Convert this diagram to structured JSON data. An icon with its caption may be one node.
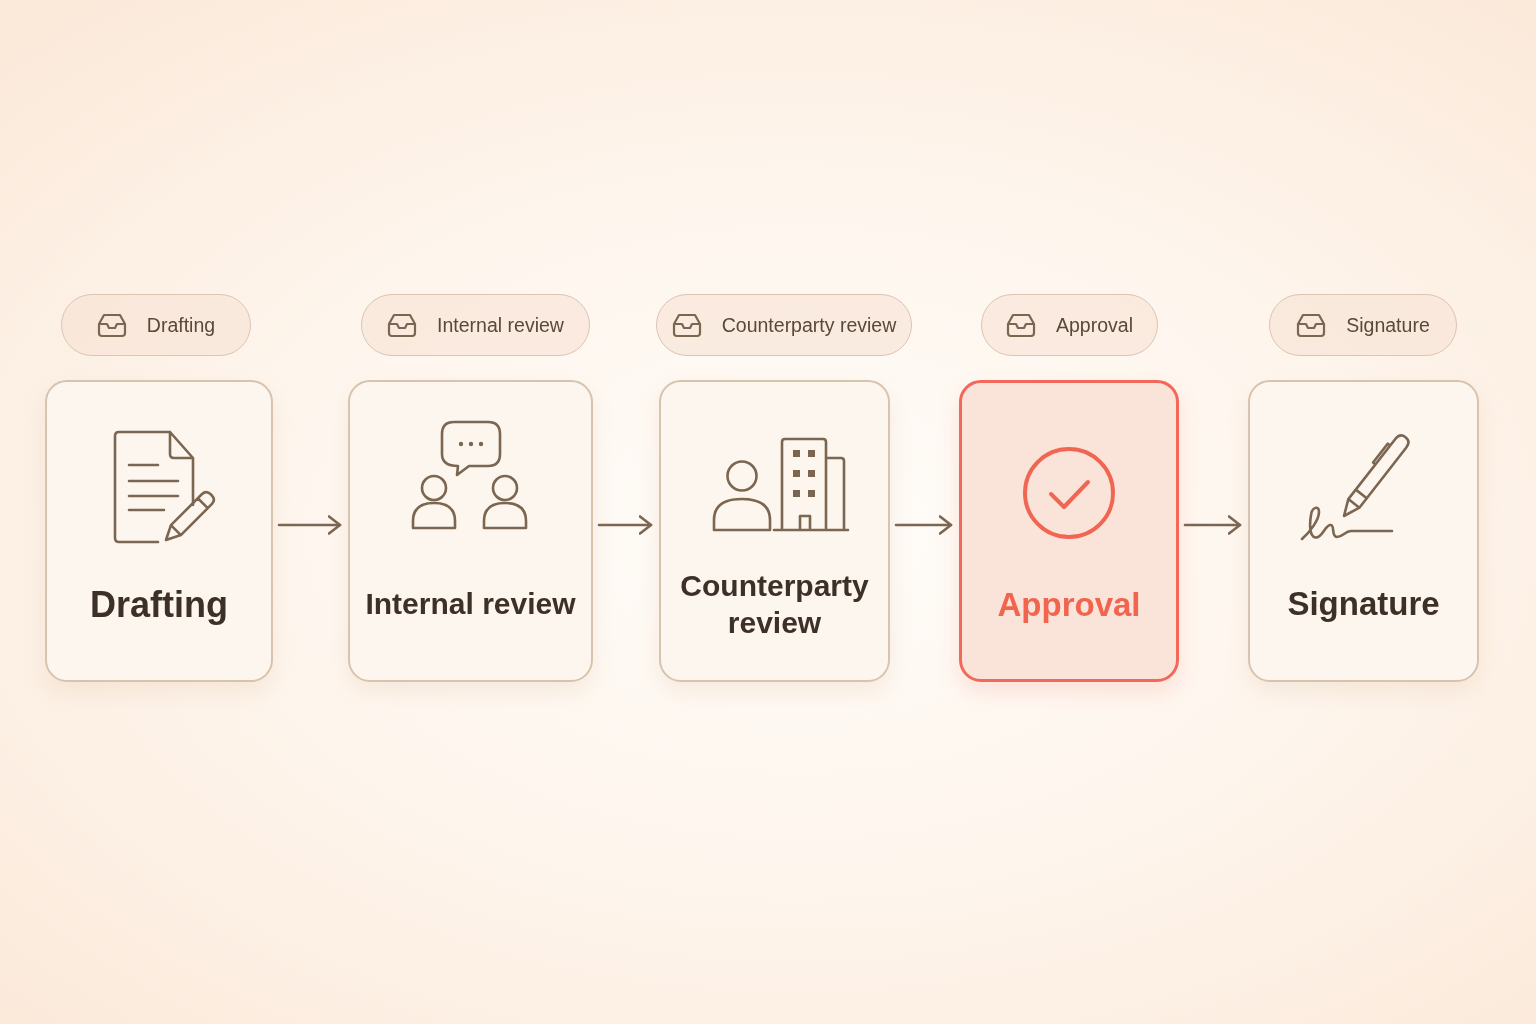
{
  "diagram": {
    "nodes": [
      {
        "text": [
          "Drafting"
        ]
      },
      {
        "text": [
          "Internal review"
        ]
      },
      {
        "text": [
          "Counterparty review"
        ]
      },
      {
        "text": [
          "Approval"
        ]
      },
      {
        "text": [
          "Signature"
        ]
      },
      {
        "text": [
          "Drafting"
        ]
      },
      {
        "text": [
          "Internal review"
        ]
      },
      {
        "text": [
          "Counterparty review"
        ]
      },
      {
        "text": [
          "Approval"
        ]
      },
      {
        "text": [
          "Signature"
        ]
      }
    ],
    "edges": [
      {
        "from": 5,
        "to": 6,
        "arrow": "to"
      },
      {
        "from": 6,
        "to": 7,
        "arrow": "to"
      },
      {
        "from": 7,
        "to": 8,
        "arrow": "to"
      },
      {
        "from": 8,
        "to": 9,
        "arrow": "to"
      }
    ]
  }
}
